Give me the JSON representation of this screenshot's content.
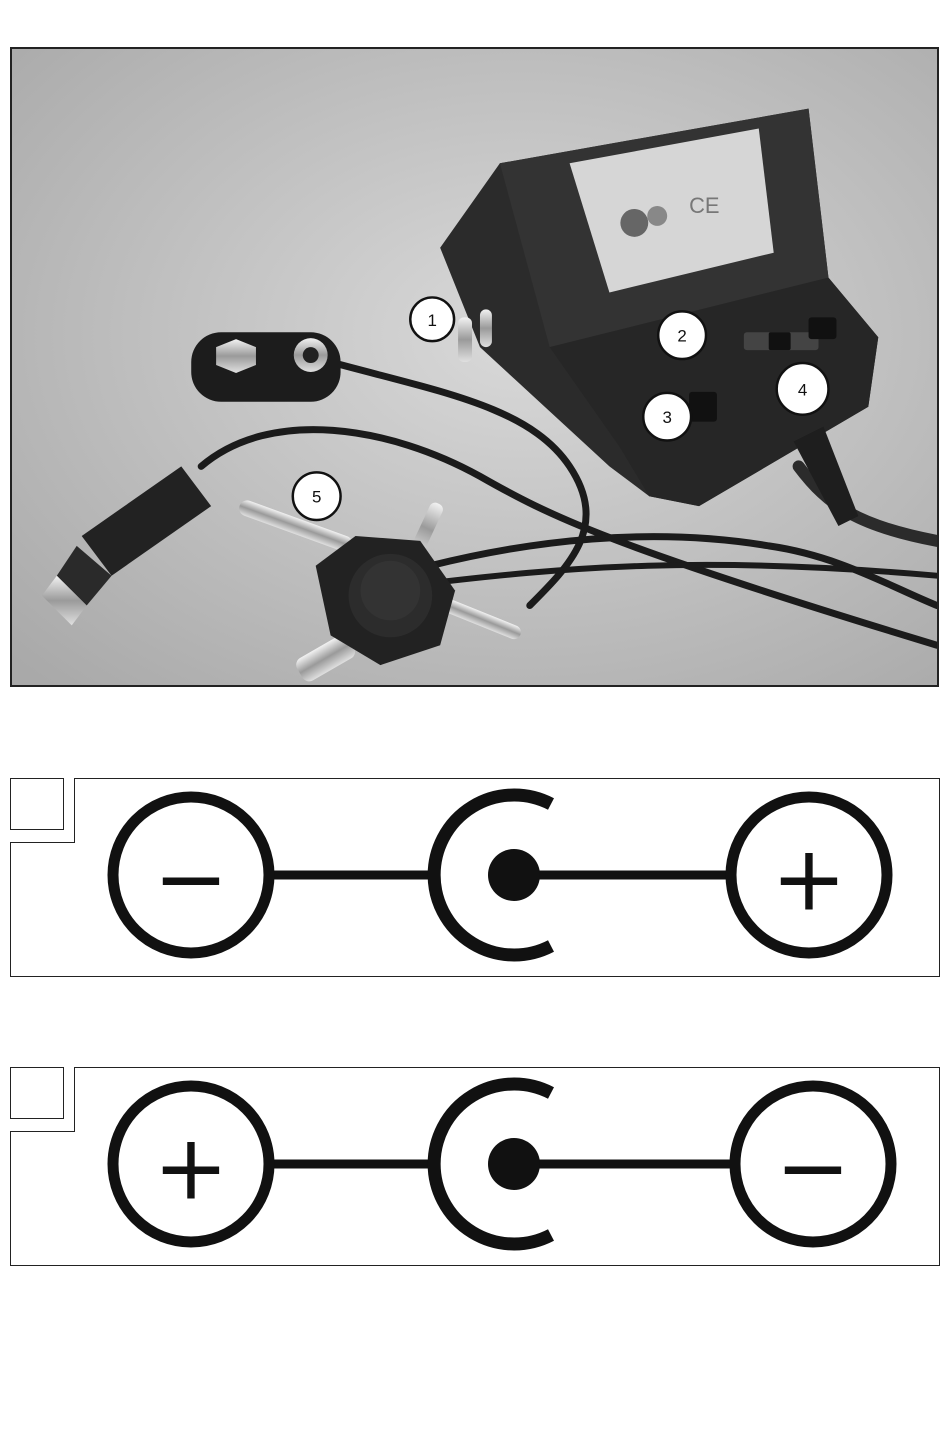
{
  "photo": {
    "callouts": [
      {
        "id": "1",
        "label": "1"
      },
      {
        "id": "2",
        "label": "2"
      },
      {
        "id": "3",
        "label": "3"
      },
      {
        "id": "4",
        "label": "4"
      },
      {
        "id": "5",
        "label": "5"
      }
    ]
  },
  "polarity_diagrams": [
    {
      "tab_label": "",
      "left_terminal": "−",
      "right_terminal": "+"
    },
    {
      "tab_label": "",
      "left_terminal": "+",
      "right_terminal": "−"
    }
  ],
  "colors": {
    "ink": "#111111",
    "photo_background": "#cfcfcf",
    "adapter_body": "#2a2a2a",
    "label_sticker": "#d9d9d9"
  }
}
